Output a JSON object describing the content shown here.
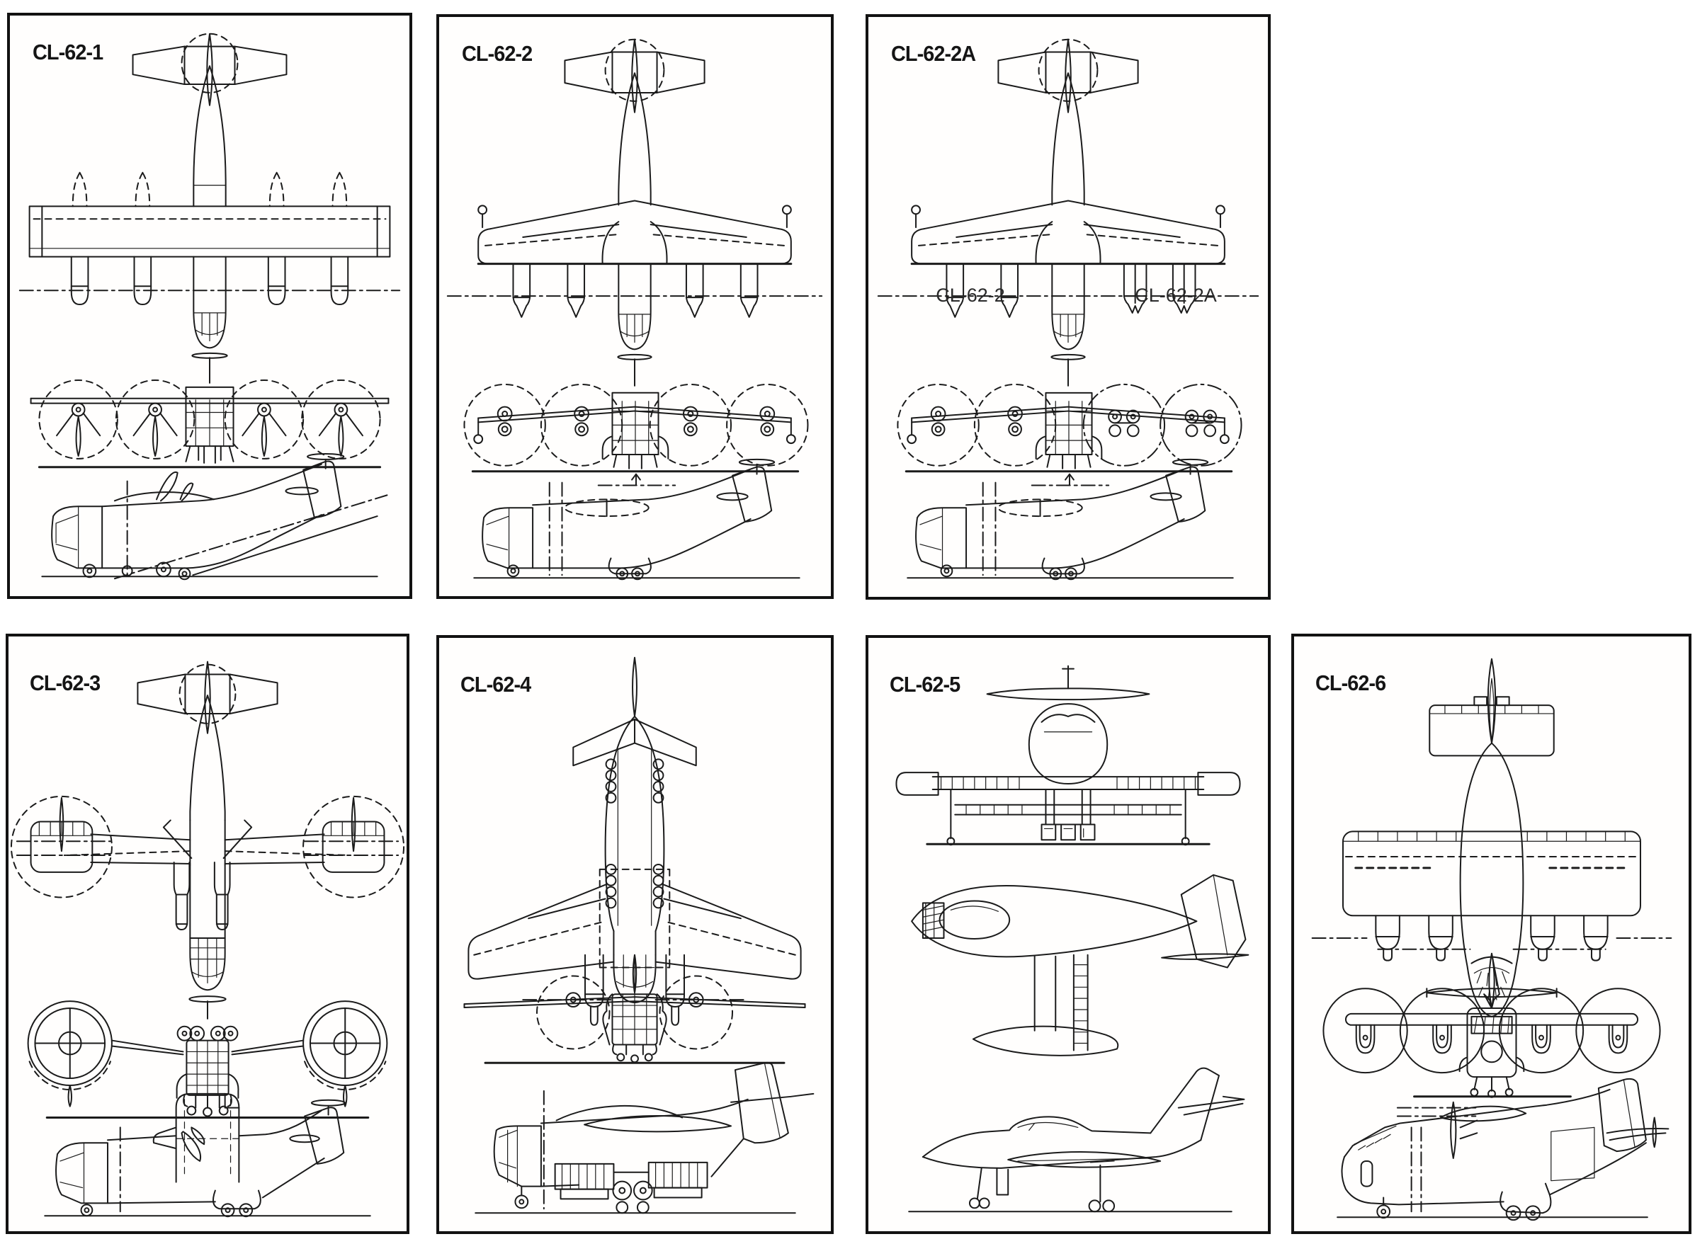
{
  "colors": {
    "ink": "#1b1b1b",
    "paper": "#ffffff"
  },
  "panels": [
    {
      "label": "CL-62-1"
    },
    {
      "label": "CL-62-2"
    },
    {
      "label": "CL-62-2A",
      "annotations": {
        "left": "CL-62-2",
        "right": "CL-62-2A"
      }
    },
    {
      "label": "CL-62-3"
    },
    {
      "label": "CL-62-4"
    },
    {
      "label": "CL-62-5"
    },
    {
      "label": "CL-62-6"
    }
  ]
}
